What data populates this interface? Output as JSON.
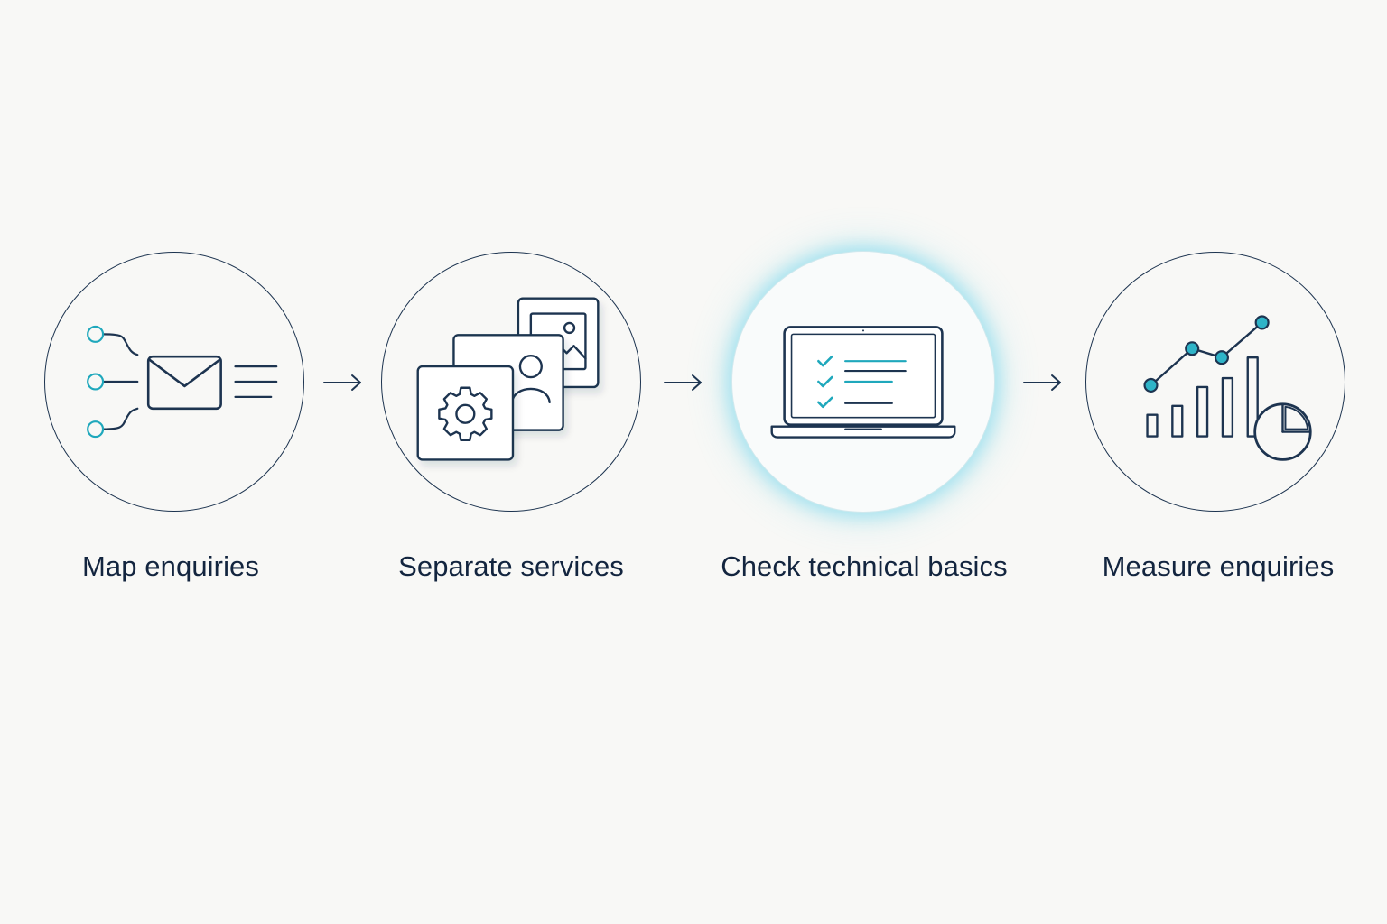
{
  "colors": {
    "background": "#f8f8f6",
    "stroke": "#1d3450",
    "accent": "#1fa8bc",
    "highlight_glow": "#60d0e8",
    "label": "#13253f"
  },
  "steps": [
    {
      "label": "Map enquiries",
      "icon": "envelope-network-icon",
      "highlighted": false
    },
    {
      "label": "Separate services",
      "icon": "stacked-cards-icon",
      "highlighted": false
    },
    {
      "label": "Check technical basics",
      "icon": "laptop-checklist-icon",
      "highlighted": true
    },
    {
      "label": "Measure enquiries",
      "icon": "analytics-chart-icon",
      "highlighted": false
    }
  ],
  "connectors": [
    "arrow-right-icon",
    "arrow-right-icon",
    "arrow-right-icon"
  ]
}
